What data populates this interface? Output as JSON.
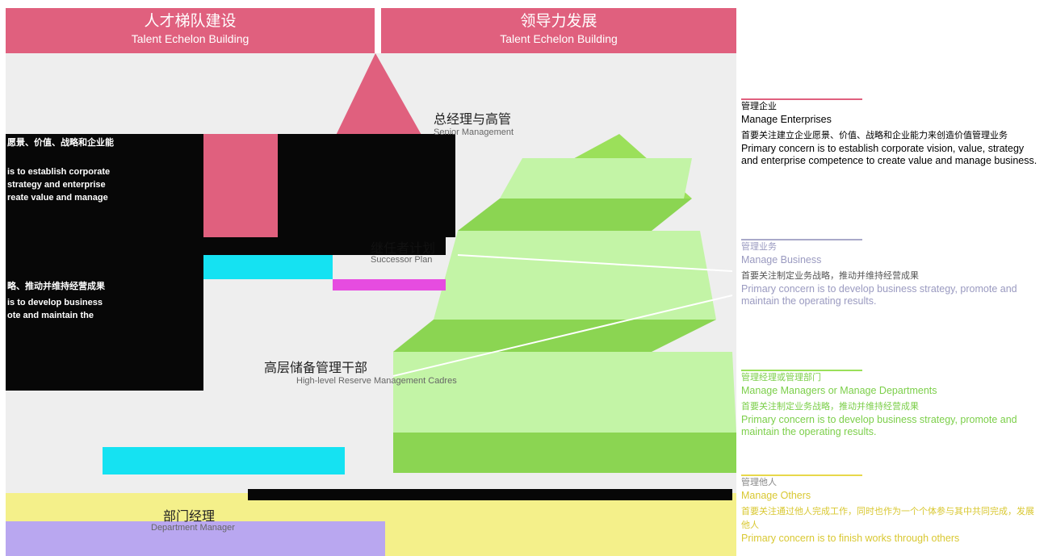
{
  "header": {
    "left_title": "人才梯队建设",
    "left_subtitle": "Talent Echelon Building",
    "right_title": "领导力发展",
    "right_subtitle": "Talent Echelon Building"
  },
  "pyramid_levels": [
    {
      "cn": "总经理与高管",
      "en": "Senior Management"
    },
    {
      "cn": "继任者计划",
      "en": "Successor Plan"
    },
    {
      "cn": "高层储备管理干部",
      "en": "High-level Reserve Management Cadres"
    },
    {
      "cn": "部门经理",
      "en": "Department Manager"
    }
  ],
  "left_fragments": [
    "愿景、价值、战略和企业能",
    "is to establish corporate",
    "strategy and enterprise",
    "reate value and manage",
    "略、推动并维持经营成果",
    "is to develop business",
    "ote and maintain the"
  ],
  "stages": [
    {
      "title_cn": "管理企业",
      "title_en": "Manage Enterprises",
      "desc_cn": "首要关注建立企业愿景、价值、战略和企业能力来创造价值管理业务",
      "desc_en": "Primary concern is to establish corporate vision, value, strategy and enterprise competence to create value and manage business.",
      "color": "#e0607e"
    },
    {
      "title_cn": "管理业务",
      "title_en": "Manage Business",
      "desc_cn": "首要关注制定业务战略，推动并维持经营成果",
      "desc_en": "Primary concern is to develop business strategy, promote and maintain the operating results.",
      "color": "#a9a9c9"
    },
    {
      "title_cn": "管理经理或管理部门",
      "title_en": "Manage Managers or Manage Departments",
      "desc_cn": "首要关注制定业务战略，推动并维持经营成果",
      "desc_en": "Primary concern is to develop business strategy, promote and maintain the operating results.",
      "color": "#9be05a"
    },
    {
      "title_cn": "管理他人",
      "title_en": "Manage Others",
      "desc_cn": "首要关注通过他人完成工作，同时也作为一个个体参与其中共同完成，发展他人",
      "desc_en": "Primary concern is to finish works through others",
      "color": "#e8d84a"
    }
  ],
  "colors": {
    "accent_pink": "#e0607e",
    "pyramid_green": "#9be05a",
    "pyramid_light": "#c3f4a6",
    "glitch_cyan": "#15e2f2",
    "glitch_magenta": "#e64ce0"
  }
}
